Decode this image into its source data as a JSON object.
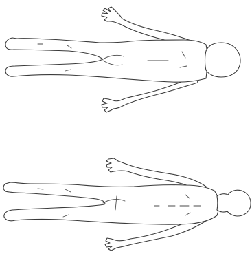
{
  "figures": [
    {
      "view": "back",
      "orientation": "head-right"
    },
    {
      "view": "back",
      "orientation": "head-right"
    }
  ],
  "colors": {
    "background": "#ffffff",
    "outline": "#3a3a3a"
  }
}
